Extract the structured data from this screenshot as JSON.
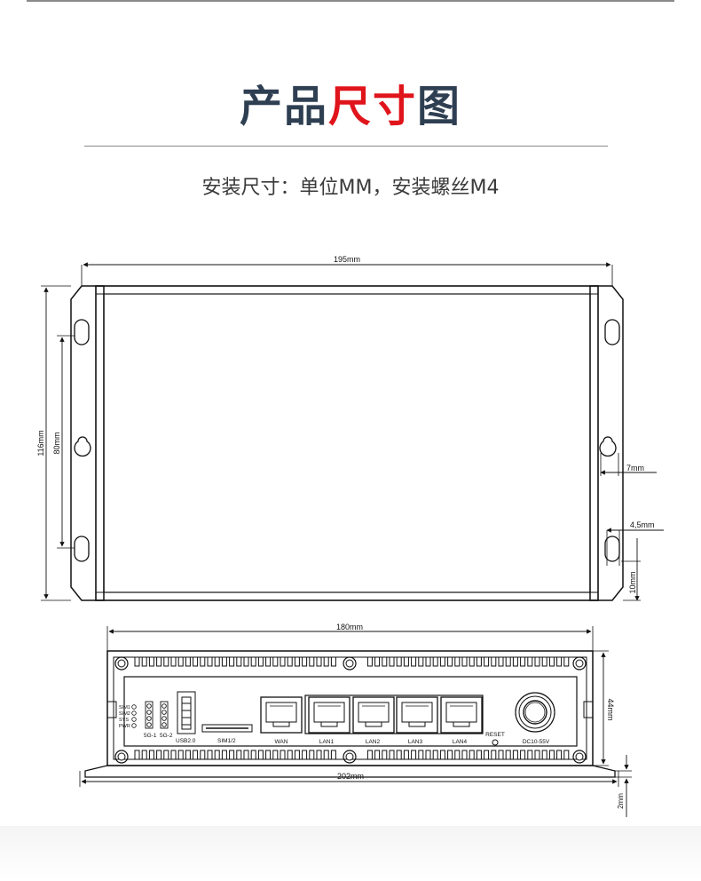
{
  "title": {
    "part1": "产品",
    "part2": "尺寸",
    "part3": "图"
  },
  "subtitle": "安装尺寸：单位MM，安装螺丝M4",
  "colors": {
    "title_dark": "#2f3f52",
    "title_red": "#e0141b",
    "line": "#111111"
  },
  "top_view": {
    "width_label": "195mm",
    "height_label": "116mm",
    "hole_spacing_label": "80mm",
    "right_labels": {
      "a": "7mm",
      "b": "4,5mm",
      "c": "10mm"
    }
  },
  "front_view": {
    "top_width_label": "180mm",
    "bottom_width_label": "202mm",
    "height_label": "44mm",
    "flange_label": "2mm",
    "leds": [
      "SIM1",
      "SIM2",
      "SYS",
      "PWR"
    ],
    "indicator_labels": [
      "5G-1",
      "5G-2"
    ],
    "usb_label": "USB2.0",
    "sim_label": "SIM1/2",
    "ports": [
      "WAN",
      "LAN1",
      "LAN2",
      "LAN3",
      "LAN4"
    ],
    "reset_label": "RESET",
    "dc_label": "DC10-55V"
  }
}
